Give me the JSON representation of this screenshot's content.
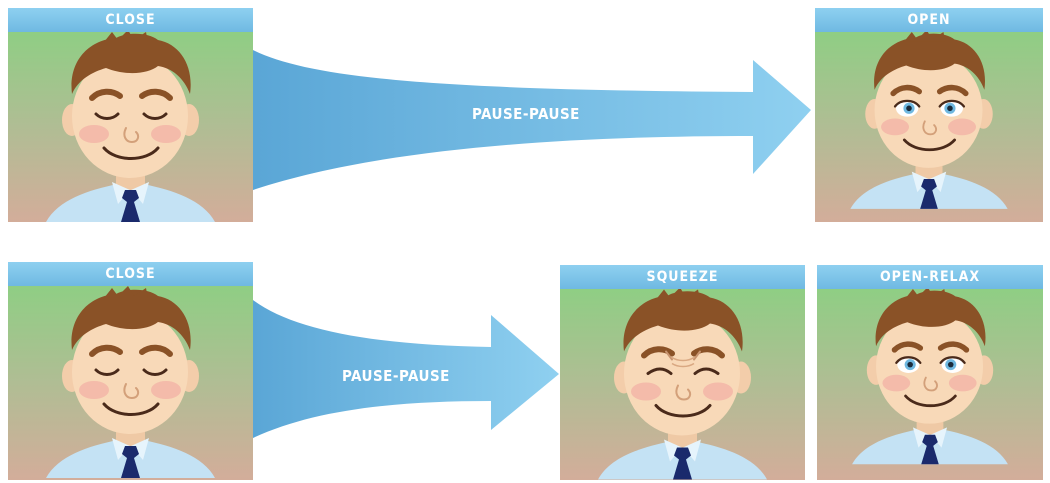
{
  "panels": {
    "p1": {
      "label": "CLOSE",
      "eyes": "closed"
    },
    "p2": {
      "label": "OPEN",
      "eyes": "open"
    },
    "p3": {
      "label": "CLOSE",
      "eyes": "closed"
    },
    "p4": {
      "label": "SQUEEZE",
      "eyes": "squeezed"
    },
    "p5": {
      "label": "OPEN-RELAX",
      "eyes": "open"
    }
  },
  "arrows": {
    "top": {
      "label": "PAUSE-PAUSE"
    },
    "bottom": {
      "label": "PAUSE-PAUSE"
    }
  },
  "colors": {
    "header": "#7cc4ea",
    "arrow": "#6fb8e0",
    "hair": "#8a5227",
    "skin": "#f8d9b8",
    "shirt": "#c4e2f4",
    "tie": "#1a2a6c"
  }
}
